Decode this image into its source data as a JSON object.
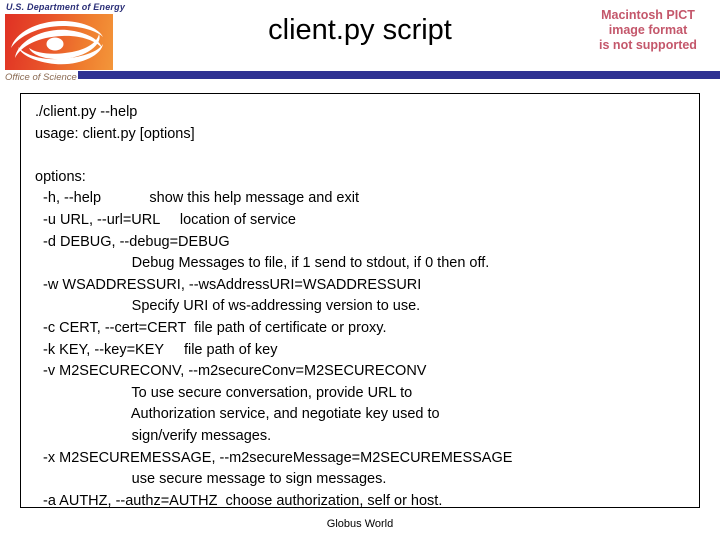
{
  "header": {
    "doe_label": "U.S. Department of Energy",
    "office_label": "Office of Science",
    "title": "client.py script",
    "pict_notice": "Macintosh PICT\nimage format\nis not supported",
    "logo_icon": "doe-swirl-logo",
    "accent_blue": "#2e3192",
    "logo_red": "#e03124",
    "logo_orange": "#f3963a",
    "pict_text_color": "#c4576b"
  },
  "content": {
    "help_text": "./client.py --help\nusage: client.py [options]\n\noptions:\n  -h, --help            show this help message and exit\n  -u URL, --url=URL     location of service\n  -d DEBUG, --debug=DEBUG\n                        Debug Messages to file, if 1 send to stdout, if 0 then off.\n  -w WSADDRESSURI, --wsAddressURI=WSADDRESSURI\n                        Specify URI of ws-addressing version to use.\n  -c CERT, --cert=CERT  file path of certificate or proxy.\n  -k KEY, --key=KEY     file path of key\n  -v M2SECURECONV, --m2secureConv=M2SECURECONV\n                        To use secure conversation, provide URL to\n                        Authorization service, and negotiate key used to\n                        sign/verify messages.\n  -x M2SECUREMESSAGE, --m2secureMessage=M2SECUREMESSAGE\n                        use secure message to sign messages.\n  -a AUTHZ, --authz=AUTHZ  choose authorization, self or host."
  },
  "footer": {
    "label": "Globus World"
  }
}
